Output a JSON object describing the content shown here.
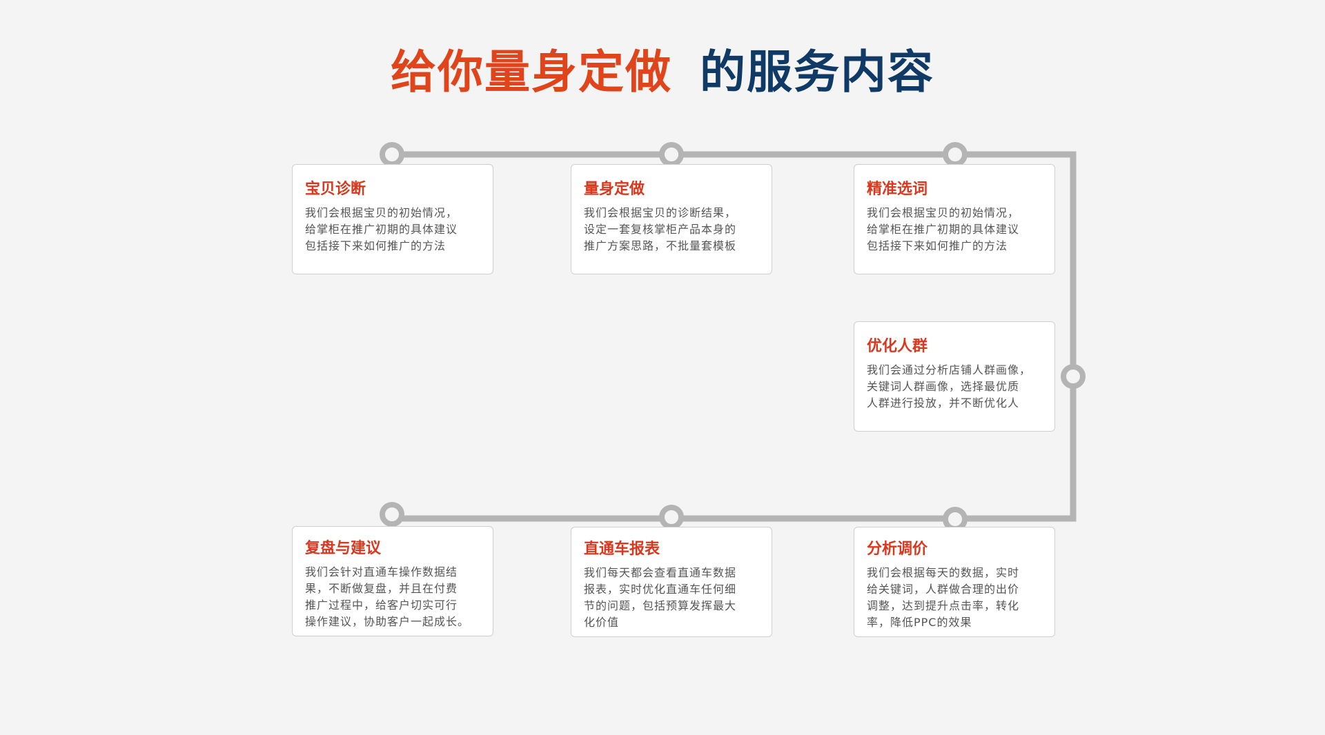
{
  "title": {
    "accent": "给你量身定做",
    "main": "的服务内容"
  },
  "colors": {
    "accent": "#e0441b",
    "main": "#103a66",
    "track": "#b4b4b4",
    "card_title": "#d9381e"
  },
  "steps": [
    {
      "title": "宝贝诊断",
      "desc": "我们会根据宝贝的初始情况，\n给掌柜在推广初期的具体建议\n包括接下来如何推广的方法"
    },
    {
      "title": "量身定做",
      "desc": "我们会根据宝贝的诊断结果，\n设定一套复核掌柜产品本身的\n推广方案思路，不批量套模板"
    },
    {
      "title": "精准选词",
      "desc": "我们会根据宝贝的初始情况，\n给掌柜在推广初期的具体建议\n包括接下来如何推广的方法"
    },
    {
      "title": "优化人群",
      "desc": "我们会通过分析店铺人群画像，\n关键词人群画像，选择最优质\n人群进行投放，并不断优化人"
    },
    {
      "title": "复盘与建议",
      "desc": "我们会针对直通车操作数据结\n果，不断做复盘，并且在付费\n推广过程中，给客户切实可行\n操作建议，协助客户一起成长。"
    },
    {
      "title": "直通车报表",
      "desc": "我们每天都会查看直通车数据\n报表，实时优化直通车任何细\n节的问题，包括预算发挥最大\n化价值"
    },
    {
      "title": "分析调价",
      "desc": "我们会根据每天的数据，实时\n给关键词，人群做合理的出价\n调整，达到提升点击率，转化\n率，降低PPC的效果"
    }
  ]
}
